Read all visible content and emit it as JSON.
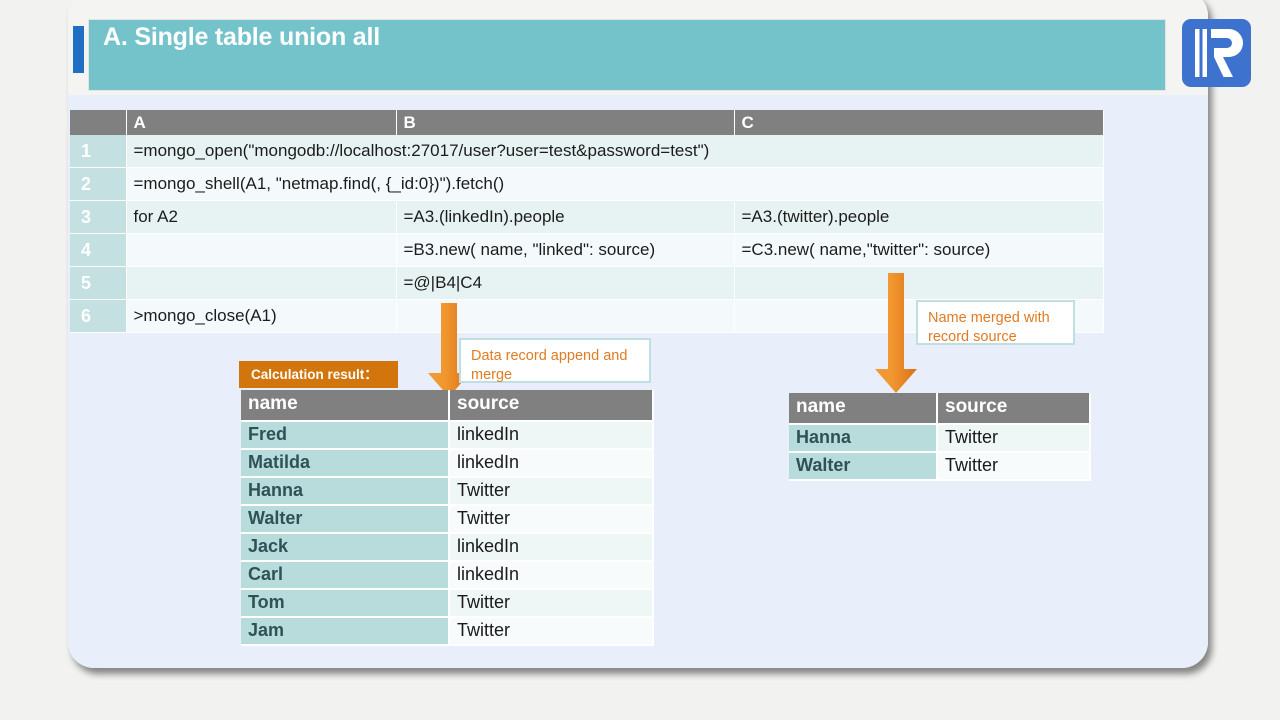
{
  "slide": {
    "title": "A. Single table union all",
    "logo_icon": "esproc-r-logo-icon"
  },
  "spreadsheet": {
    "column_headers": [
      "",
      "A",
      "B",
      "C"
    ],
    "rows": [
      {
        "num": "1",
        "A": "=mongo_open(\"mongodb://localhost:27017/user?user=test&password=test\")",
        "B": "",
        "C": "",
        "span": true
      },
      {
        "num": "2",
        "A": "=mongo_shell(A1, \"netmap.find(, {_id:0})\").fetch()",
        "B": "",
        "C": "",
        "span": true
      },
      {
        "num": "3",
        "A": "for A2",
        "B": "=A3.(linkedIn).people",
        "C": "=A3.(twitter).people",
        "span": false
      },
      {
        "num": "4",
        "A": "",
        "B": "=B3.new( name, \"linked\": source)",
        "C": "=C3.new( name,\"twitter\": source)",
        "span": false
      },
      {
        "num": "5",
        "A": "",
        "B": "=@|B4|C4",
        "C": "",
        "span": false
      },
      {
        "num": "6",
        "A": ">mongo_close(A1)",
        "B": "",
        "C": "",
        "span": false
      }
    ]
  },
  "notes": {
    "merge_note": "Data record append and merge",
    "source_note": "Name merged with record source",
    "calc_result_label": "Calculation result："
  },
  "result_table_left": {
    "headers": [
      "name",
      "source"
    ],
    "rows": [
      [
        "Fred",
        "linkedIn"
      ],
      [
        "Matilda",
        "linkedIn"
      ],
      [
        "Hanna",
        "Twitter"
      ],
      [
        "Walter",
        "Twitter"
      ],
      [
        "Jack",
        "linkedIn"
      ],
      [
        "Carl",
        "linkedIn"
      ],
      [
        "Tom",
        "Twitter"
      ],
      [
        "Jam",
        "Twitter"
      ]
    ]
  },
  "result_table_right": {
    "headers": [
      "name",
      "source"
    ],
    "rows": [
      [
        "Hanna",
        "Twitter"
      ],
      [
        "Walter",
        "Twitter"
      ]
    ]
  },
  "colors": {
    "title_band": "#74c3ca",
    "title_accent": "#1f6fc4",
    "arrow": "#ef8a22",
    "calc_tag": "#d2750d",
    "note_text": "#e17b21",
    "note_border": "#bfdfe2",
    "header_gray": "#808080",
    "name_cell": "#b8dcdc",
    "panel_bg": "#e9eefb"
  }
}
